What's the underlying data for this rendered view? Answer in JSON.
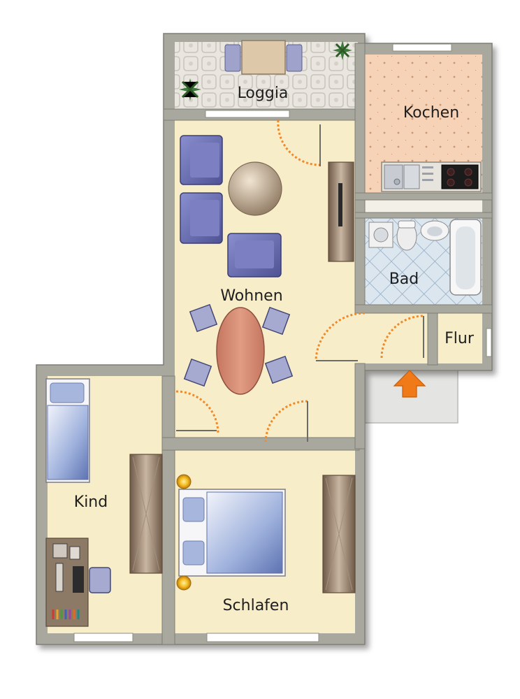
{
  "rooms": {
    "loggia": "Loggia",
    "kochen": "Kochen",
    "wohnen": "Wohnen",
    "bad": "Bad",
    "flur": "Flur",
    "kind": "Kind",
    "schlafen": "Schlafen"
  },
  "colors": {
    "wall": "#a9a89e",
    "wall_edge": "#7f7e75",
    "floor": "#f8edc9",
    "kitchen_floor": "#f6d2b6",
    "bath_floor": "#dce6ef",
    "loggia_floor": "#e6e2dc",
    "door_swing": "#f08a28",
    "sofa": "#6b6fb3",
    "table": "#d68b72",
    "cabinet": "#8d7662",
    "bedding": "#8ca4d4",
    "entrance_arrow": "#f07a18"
  },
  "icons": {
    "entrance": "entrance-arrow-icon"
  }
}
